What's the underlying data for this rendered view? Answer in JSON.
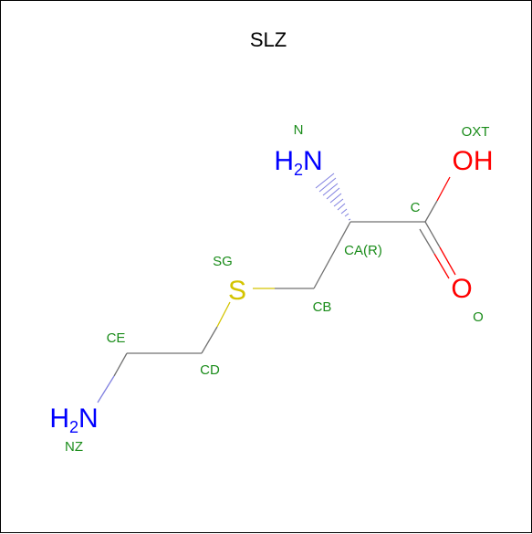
{
  "title": "SLZ",
  "colors": {
    "nitrogen": "#0000ff",
    "oxygen": "#ff0000",
    "sulfur": "#d4c400",
    "label": "#1a8c1a",
    "bond": "#707070",
    "hash": "#8080e0"
  },
  "atoms": {
    "n_alpha": {
      "h": "H",
      "sub": "2",
      "el": "N"
    },
    "oh": {
      "el": "OH"
    },
    "o_double": {
      "el": "O"
    },
    "s": {
      "el": "S"
    },
    "n_zeta": {
      "h": "H",
      "sub": "2",
      "el": "N"
    }
  },
  "labels": {
    "n": "N",
    "oxt": "OXT",
    "c": "C",
    "ca": "CA(R)",
    "sg": "SG",
    "cb": "CB",
    "o": "O",
    "ce": "CE",
    "cd": "CD",
    "nz": "NZ"
  }
}
